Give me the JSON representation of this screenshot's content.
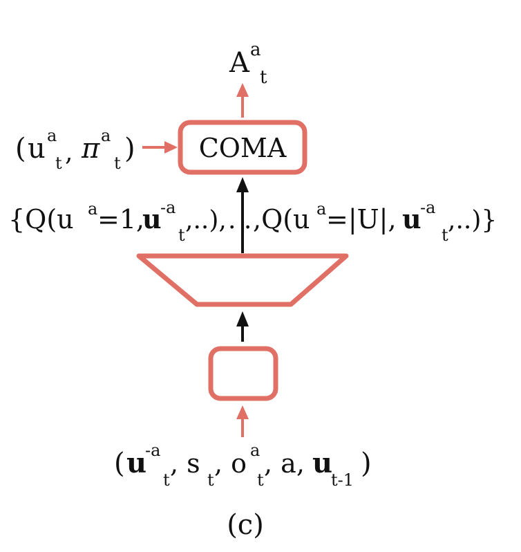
{
  "colors": {
    "accent": "#e07065",
    "black": "#111111",
    "background": "#ffffff"
  },
  "labels": {
    "output": {
      "base": "A",
      "sup": "a",
      "sub": "t"
    },
    "coma_box": "COMA",
    "policy_input": {
      "open": "(",
      "u": "u",
      "u_sup": "a",
      "u_sub": "t",
      "sep": ",",
      "pi": "π",
      "pi_sup": "a",
      "pi_sub": "t",
      "close": ")"
    },
    "q_values": {
      "left_open": "{Q(u",
      "left_sup": "a",
      "left_eq": "=1,",
      "bold_u": "u",
      "neg_sup": "-a",
      "sub_t": "t",
      "left_close": ",..),",
      "mid_dots": ". .",
      "right_open": ",Q(u",
      "right_sup": "a",
      "right_eq": "=|U|,",
      "right_bold_u": "u",
      "right_neg_sup": "-a",
      "right_sub_t": "t",
      "right_close": ",..)}"
    },
    "state_input": {
      "open": "(",
      "u_bold": "u",
      "u_sup": "-a",
      "u_sub": "t",
      "s": ", s",
      "s_sub": "t",
      "o": ", o",
      "o_sup": "a",
      "o_sub": "t",
      "a": ", a,",
      "u2_bold": "u",
      "u2_sub": "t-1",
      "close": ")"
    },
    "caption": "(c)"
  }
}
